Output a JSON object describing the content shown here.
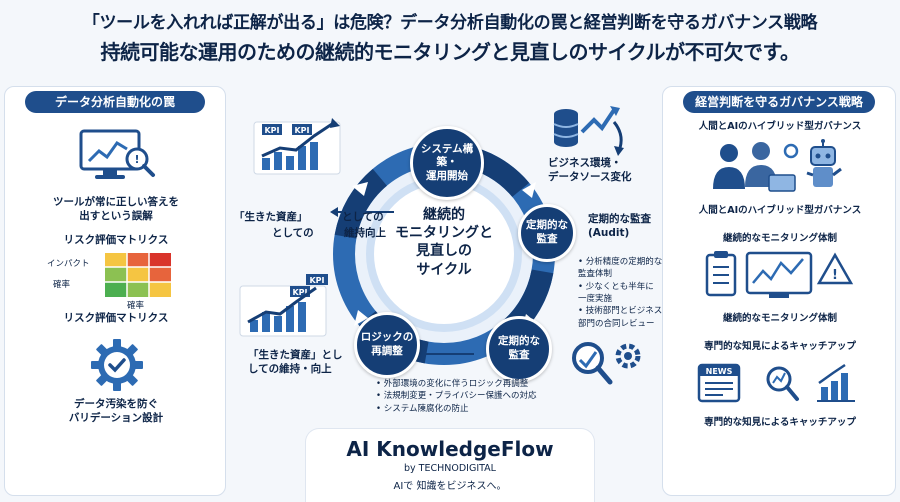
{
  "header": {
    "line1": "「ツールを入れれば正解が出る」は危険？データ分析自動化の罠と経営判断を守るガバナンス戦略",
    "line2": "持続可能な運用のための継続的モニタリングと見直しのサイクルが不可欠です。"
  },
  "left_panel": {
    "title": "データ分析自動化の罠",
    "item1": "ツールが常に正しい答えを\n出すという誤解",
    "item2_top": "リスク評価マトリクス",
    "matrix_y": "インパクト",
    "matrix_y2": "確率",
    "matrix_x": "確率",
    "item2_bottom": "リスク評価マトリクス",
    "item3": "データ汚染を防ぐ\nバリデーション設計"
  },
  "right_panel": {
    "title": "経営判断を守るガバナンス戦略",
    "item1_top": "人間とAIのハイブリッド型ガバナンス",
    "item1_bottom": "人間とAIのハイブリッド型ガバナンス",
    "item2_top": "継続的なモニタリング体制",
    "item2_bottom": "継続的なモニタリング体制",
    "item3_top": "専門的な知見によるキャッチアップ",
    "item3_bottom": "専門的な知見によるキャッチアップ",
    "news": "NEWS"
  },
  "cycle": {
    "core": "継続的\nモニタリングと\n見直しの\nサイクル",
    "node_top": "システム構築・\n運用開始",
    "node_right": "定期的な\n監査",
    "node_bottom": "定期的な\n監査",
    "node_left": "ロジックの\n再調整",
    "text_tr": "ビジネス環境・\nデータソース変化",
    "text_audit": "定期的な監査\n(Audit)",
    "audit_bullets": [
      "分析精度の定期的な\n監査体制",
      "少なくとも半年に\n一度実施",
      "技術部門とビジネス\n部門の合同レビュー"
    ],
    "text_left_top": "「生きた資産」としての\nとしての維持向上",
    "text_left_top_a": "「生きた資産」",
    "text_left_top_b": "としての",
    "text_left_top_c": "としての",
    "text_left_top_d": "維持向上",
    "text_left_bottom": "「生きた資産」とし\nしての維持・向上",
    "bottom_bullets": [
      "外部環境の変化に伴うロジック再調整",
      "法規制変更・プライバシー保護への対応",
      "システム陳腐化の防止"
    ],
    "kpi": "KPI"
  },
  "brand": {
    "name": "AI KnowledgeFlow",
    "by": "by TECHNODIGITAL",
    "tagline": "AIで 知識をビジネスへ。"
  },
  "colors": {
    "navy": "#153e75",
    "mid": "#2d6bb3",
    "light": "#8fb6e3"
  }
}
